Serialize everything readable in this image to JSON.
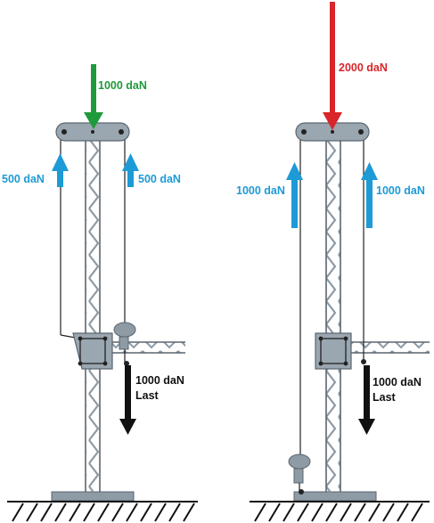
{
  "colors": {
    "down_force": "#1e9a3c",
    "down_force_right": "#d8262a",
    "up_force": "#1e9ad6",
    "load_arrow": "#111111",
    "truss": "#9aa6b0",
    "truss_dark": "#5a6670",
    "ground": "#111111"
  },
  "left": {
    "top_force": "1000 daN",
    "left_rope_force": "500 daN",
    "right_rope_force": "500 daN",
    "load_value": "1000 daN",
    "load_word": "Last"
  },
  "right": {
    "top_force": "2000 daN",
    "left_rope_force": "1000 daN",
    "right_rope_force": "1000 daN",
    "load_value": "1000 daN",
    "load_word": "Last"
  }
}
